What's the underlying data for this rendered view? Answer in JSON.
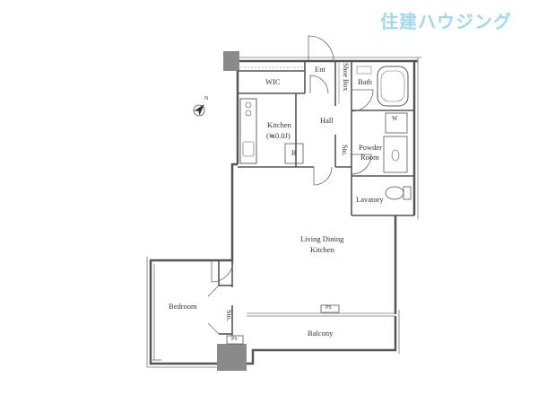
{
  "brand": "住建ハウジング",
  "colors": {
    "wall": "#555555",
    "wall_fill": "#f4f4f4",
    "column": "#8a8a8a",
    "brand": "#9fd8ef"
  },
  "rooms": {
    "wic": "WIC",
    "ent": "Ent",
    "shoe_box": "Shoe Box",
    "bath": "Bath",
    "kitchen": "Kitchen",
    "kitchen_size": "(≒0.0J)",
    "hall": "Hall",
    "refrigerator": "R",
    "storage_hall": "Sto.",
    "powder_room_1": "Powder",
    "powder_room_2": "Room",
    "washer": "W",
    "lavatory": "Lavatory",
    "ldk_1": "Living Dining",
    "ldk_2": "Kitchen",
    "bedroom": "Bedroom",
    "storage_bed": "Sto.",
    "ps_top": "PS",
    "ps_bottom": "PS",
    "balcony": "Balcony",
    "north": "N"
  }
}
